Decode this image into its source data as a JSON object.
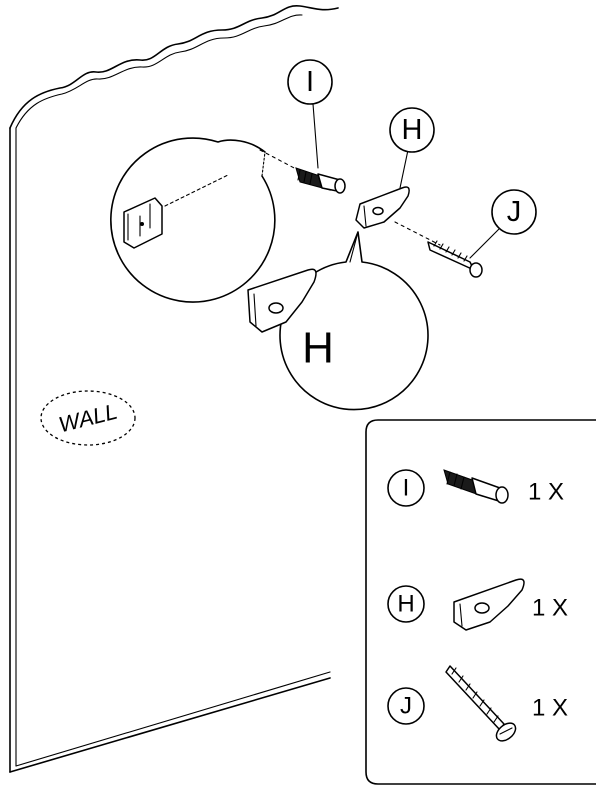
{
  "diagram": {
    "wall_label": "WALL",
    "callouts": {
      "anchor": "I",
      "bracket": "H",
      "screw": "J",
      "bracket_detail": "H"
    },
    "parts_list": [
      {
        "letter": "I",
        "icon": "wall-anchor-icon",
        "quantity": "1 X"
      },
      {
        "letter": "H",
        "icon": "bracket-clip-icon",
        "quantity": "1 X"
      },
      {
        "letter": "J",
        "icon": "screw-icon",
        "quantity": "1 X"
      }
    ]
  }
}
